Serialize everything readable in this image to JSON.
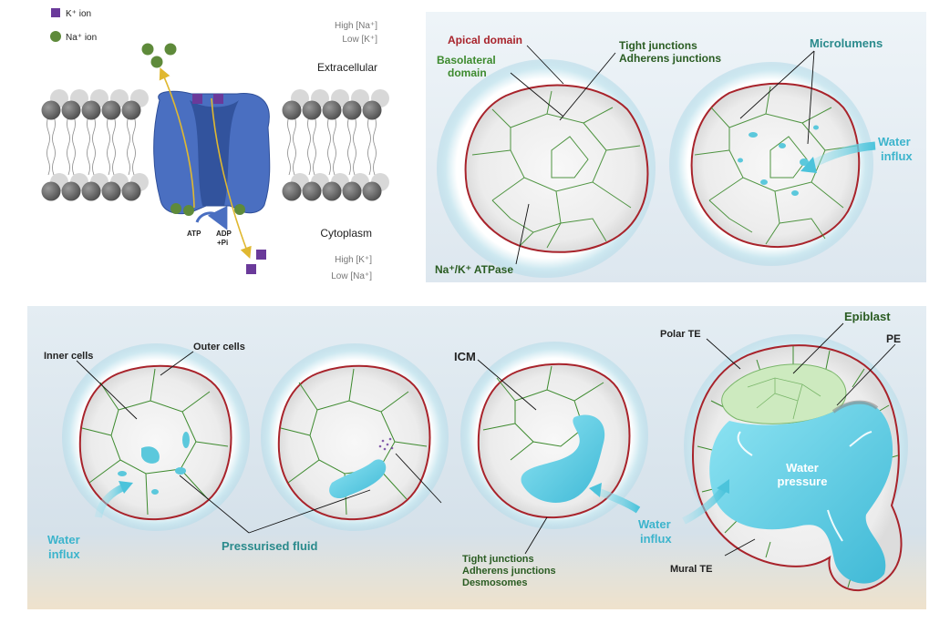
{
  "legend": {
    "k_ion": "K⁺ ion",
    "na_ion": "Na⁺ ion"
  },
  "pump": {
    "high_na": "High [Na⁺]",
    "low_k": "Low [K⁺]",
    "extracellular": "Extracellular",
    "cytoplasm": "Cytoplasm",
    "high_k": "High [K⁺]",
    "low_na": "Low [Na⁺]",
    "atp": "ATP",
    "adp": "ADP",
    "pi": "+Pi"
  },
  "panel_b": {
    "apical": "Apical domain",
    "basolateral_1": "Basolateral",
    "basolateral_2": "domain",
    "tight": "Tight junctions",
    "adherens": "Adherens junctions",
    "microlumens": "Microlumens",
    "water_1": "Water",
    "water_2": "influx",
    "atpase": "Na⁺/K⁺ ATPase"
  },
  "panel_c": {
    "inner_cells": "Inner cells",
    "outer_cells": "Outer cells",
    "water_1": "Water",
    "water_2": "influx",
    "pressurised": "Pressurised fluid",
    "icm": "ICM",
    "junctions_1": "Tight junctions",
    "junctions_2": "Adherens junctions",
    "junctions_3": "Desmosomes",
    "water2_1": "Water",
    "water2_2": "influx",
    "polar_te": "Polar TE",
    "epiblast": "Epiblast",
    "pe": "PE",
    "pressure_1": "Water",
    "pressure_2": "pressure",
    "mural_te": "Mural TE"
  },
  "colors": {
    "pump_blue": "#4a6fc1",
    "k_ion": "#6a3a9a",
    "na_ion": "#5e8a3a",
    "apical_red": "#a8232b",
    "basolateral_green": "#3d8a2e",
    "water_cyan": "#5bc8dc",
    "lumen": "#62d6ec"
  }
}
